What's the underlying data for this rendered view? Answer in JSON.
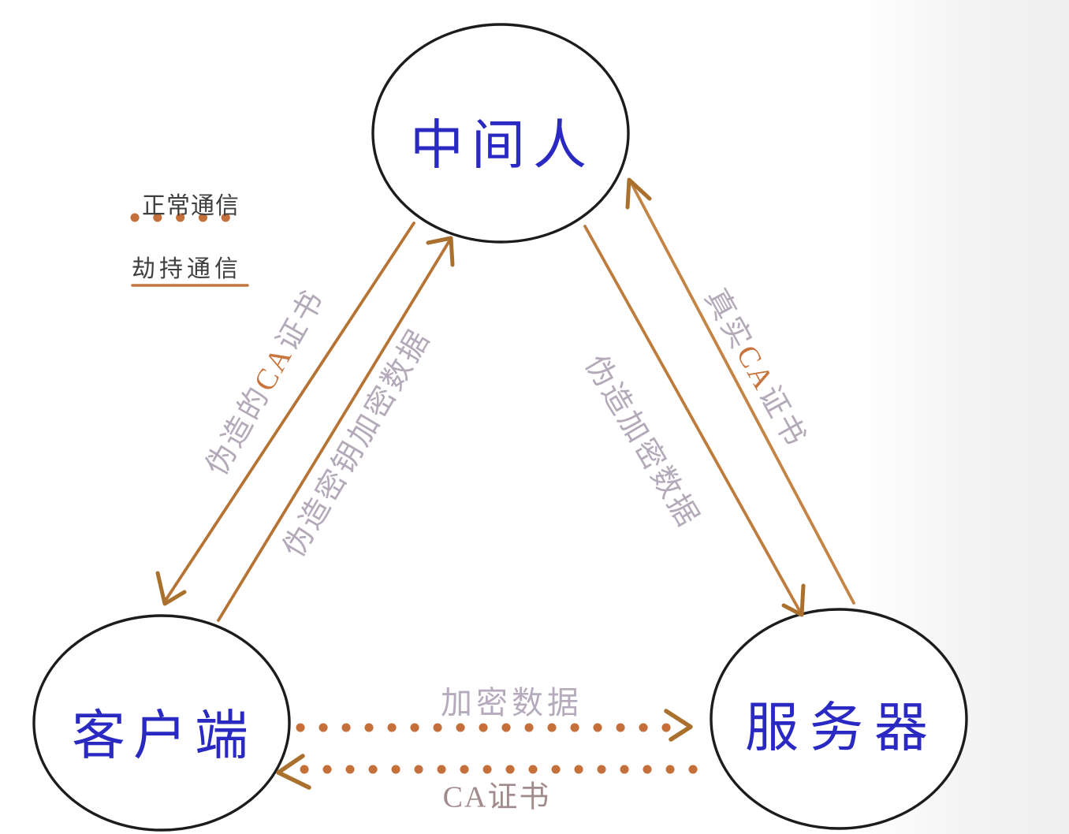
{
  "legend": {
    "normal": "正常通信",
    "hijacked": "劫持通信"
  },
  "nodes": {
    "mitm": "中间人",
    "client": "客户端",
    "server": "服务器"
  },
  "edges": {
    "mitm_to_client": {
      "pre": "伪造的",
      "ca": "CA",
      "post": "证书"
    },
    "client_to_mitm": {
      "label": "伪造密钥加密数据"
    },
    "server_to_mitm": {
      "pre": "真实",
      "ca": "CA",
      "post": "证书"
    },
    "mitm_to_server": {
      "label": "伪造加密数据"
    },
    "client_to_server": {
      "label": "加密数据"
    },
    "server_to_client": {
      "label": "CA证书"
    }
  },
  "colors": {
    "node_text": "#2a2ac2",
    "node_border": "#1c1c1c",
    "arrow": "#b87737",
    "dotted_arrow": "#c5703a",
    "edge_label_gray": "#b3a9b8",
    "edge_label_ca": "#c8743c",
    "legend_text": "#3f3f3f",
    "legend_line": "#c1763d"
  }
}
